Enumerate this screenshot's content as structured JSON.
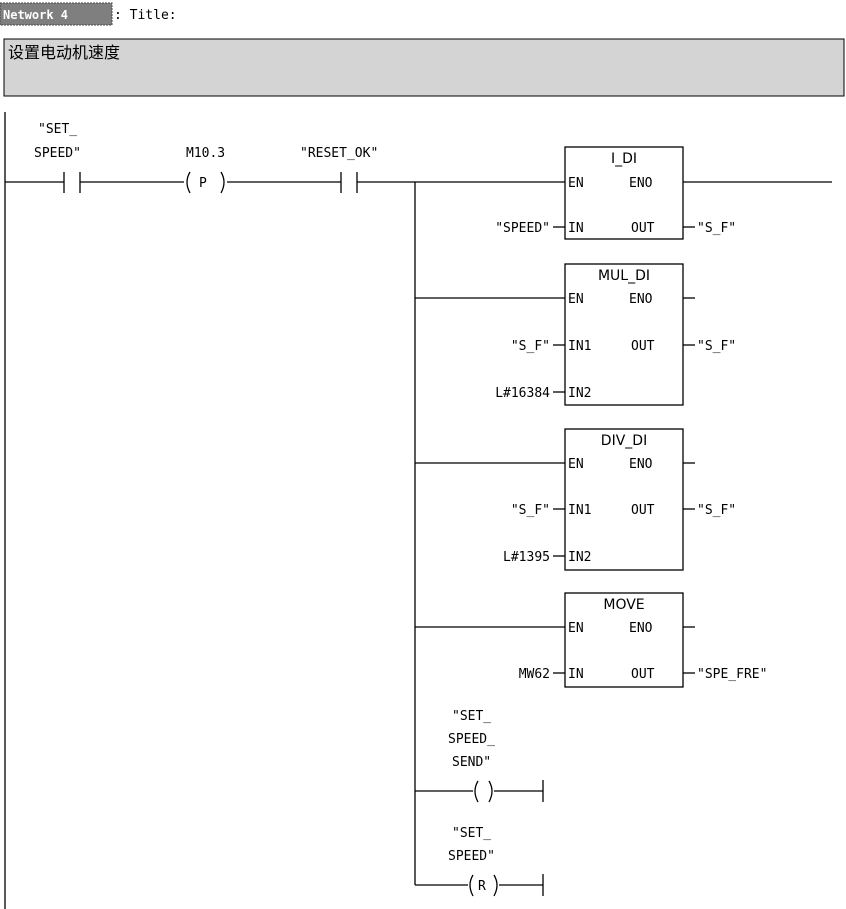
{
  "network": {
    "tag": "Network 4",
    "title_sep": ": Title:",
    "comment": "设置电动机速度"
  },
  "contacts": {
    "set_speed": {
      "label_line1": "\"SET_",
      "label_line2": "SPEED\""
    },
    "m10_3": {
      "label": "M10.3",
      "symbol": "P"
    },
    "reset_ok": {
      "label": "\"RESET_OK\""
    }
  },
  "blocks": [
    {
      "name": "I_DI",
      "en": "EN",
      "eno": "ENO",
      "out": "OUT",
      "inputs": [
        {
          "pin": "IN",
          "operand": "\"SPEED\""
        }
      ],
      "output_operand": "\"S_F\""
    },
    {
      "name": "MUL_DI",
      "en": "EN",
      "eno": "ENO",
      "out": "OUT",
      "inputs": [
        {
          "pin": "IN1",
          "operand": "\"S_F\""
        },
        {
          "pin": "IN2",
          "operand": "L#16384"
        }
      ],
      "output_operand": "\"S_F\""
    },
    {
      "name": "DIV_DI",
      "en": "EN",
      "eno": "ENO",
      "out": "OUT",
      "inputs": [
        {
          "pin": "IN1",
          "operand": "\"S_F\""
        },
        {
          "pin": "IN2",
          "operand": "L#1395"
        }
      ],
      "output_operand": "\"S_F\""
    },
    {
      "name": "MOVE",
      "en": "EN",
      "eno": "ENO",
      "out": "OUT",
      "inputs": [
        {
          "pin": "IN",
          "operand": "MW62"
        }
      ],
      "output_operand": "\"SPE_FRE\""
    }
  ],
  "coils": [
    {
      "label_lines": [
        "\"SET_",
        "SPEED_",
        "SEND\""
      ],
      "symbol": ""
    },
    {
      "label_lines": [
        "\"SET_",
        "SPEED\""
      ],
      "symbol": "R"
    }
  ]
}
